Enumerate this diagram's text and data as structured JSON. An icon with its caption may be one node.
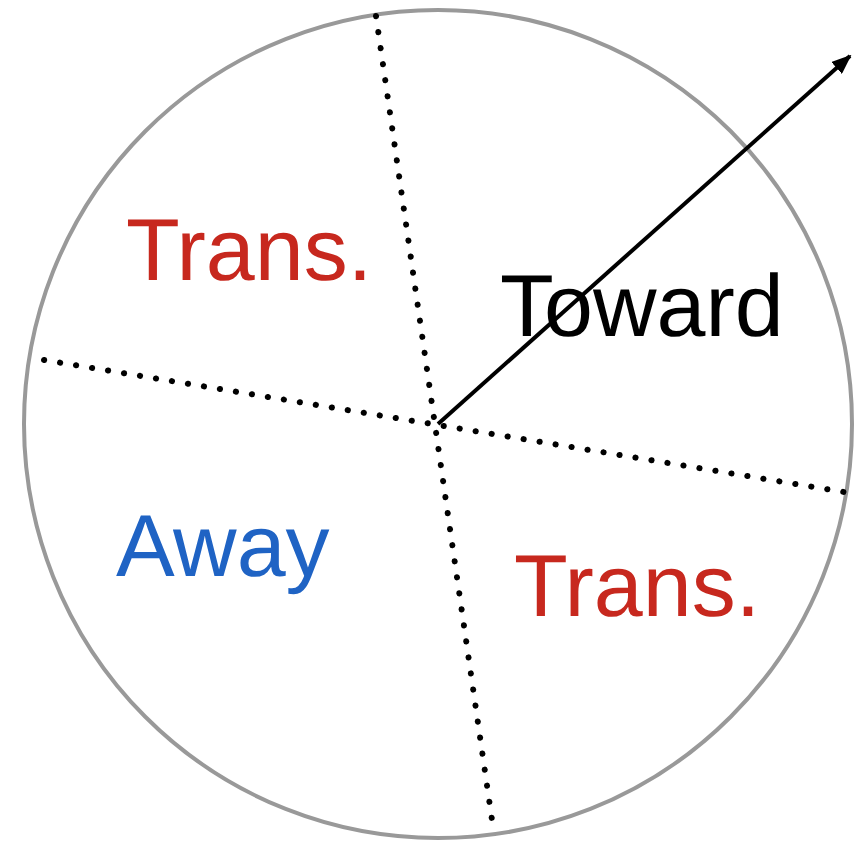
{
  "diagram": {
    "labels": [
      "Trans.",
      "Toward",
      "Away",
      "Trans."
    ]
  }
}
